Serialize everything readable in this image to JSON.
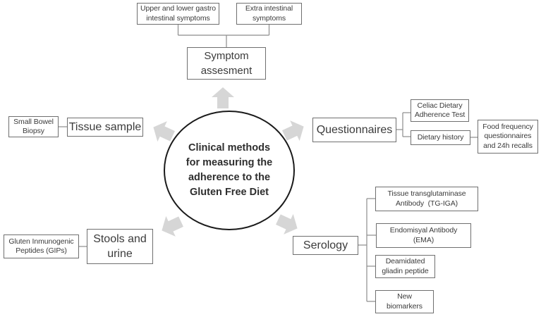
{
  "diagram_title": "Clinical methods for measuring the adherence to the Gluten Free Diet",
  "center": {
    "lines": [
      "Clinical methods",
      "for measuring the",
      "adherence to the",
      "Gluten Free Diet"
    ]
  },
  "nodes": {
    "upper_gastro": {
      "lines": [
        "Upper and lower gastro",
        "intestinal symptoms"
      ]
    },
    "extra_intestinal": {
      "lines": [
        "Extra intestinal",
        "symptoms"
      ]
    },
    "symptom_assessment": {
      "lines": [
        "Symptom",
        "assesment"
      ]
    },
    "tissue_sample": {
      "lines": [
        "Tissue sample"
      ]
    },
    "small_bowel_biopsy": {
      "lines": [
        "Small Bowel",
        "Biopsy"
      ]
    },
    "questionnaires": {
      "lines": [
        "Questionnaires"
      ]
    },
    "celiac_dietary_adherence_test": {
      "lines": [
        "Celiac Dietary",
        "Adherence Test"
      ]
    },
    "dietary_history": {
      "lines": [
        "Dietary history"
      ]
    },
    "food_frequency": {
      "lines": [
        "Food frequency",
        "questionnaires",
        "and 24h recalls"
      ]
    },
    "serology": {
      "lines": [
        "Serology"
      ]
    },
    "tissue_transglutaminase": {
      "lines": [
        "Tissue transglutaminase",
        "Antibody  (TG-IGA)"
      ]
    },
    "endomisyal_antibody": {
      "lines": [
        "Endomisyal Antibody",
        "(EMA)"
      ]
    },
    "deamidated_gliadin": {
      "lines": [
        "Deamidated",
        "gliadin peptide"
      ]
    },
    "new_biomarkers": {
      "lines": [
        "New",
        "biomarkers"
      ]
    },
    "stools_and_urine": {
      "lines": [
        "Stools and",
        "urine"
      ]
    },
    "gips": {
      "lines": [
        "Gluten Inmunogenic",
        "Peptides (GIPs)"
      ]
    }
  },
  "arrows": [
    {
      "name": "arrow-up",
      "direction": "up"
    },
    {
      "name": "arrow-upper-left",
      "direction": "upper-left"
    },
    {
      "name": "arrow-upper-right",
      "direction": "upper-right"
    },
    {
      "name": "arrow-lower-left",
      "direction": "lower-left"
    },
    {
      "name": "arrow-lower-right",
      "direction": "lower-right"
    }
  ],
  "colors": {
    "background": "#ffffff",
    "box_border": "#6f6f6f",
    "circle_border": "#1a1a1a",
    "connector_line": "#8c8c8c",
    "arrow_fill": "#d6d6d6",
    "text": "#3b3b3b"
  }
}
